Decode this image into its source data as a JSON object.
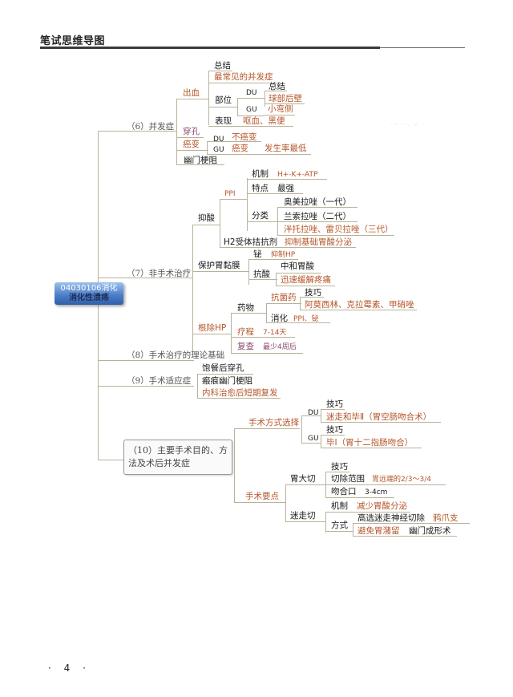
{
  "header": {
    "title": "笔试思维导图"
  },
  "footer": {
    "page_number": "· 4 ·"
  },
  "mindmap": {
    "root": {
      "line1": "04030106消化",
      "line2": "消化性溃疡"
    },
    "b6": {
      "label": "（6）并发症",
      "bleeding": "出血",
      "summary": "总结",
      "most_common": "最常见的并发症",
      "site": "部位",
      "du": "DU",
      "du_summary": "总结",
      "du_site": "球部后壁",
      "gu": "GU",
      "gu_site": "小弯侧",
      "manifest": "表现",
      "manifest_val": "呕血、黑便",
      "perforation": "穿孔",
      "cancer": "癌变",
      "cancer_du": "DU",
      "cancer_du_val": "不癌变",
      "cancer_gu": "GU",
      "cancer_gu_val": "癌变",
      "cancer_gu_note": "发生率最低",
      "obstruction": "幽门梗阻"
    },
    "b7": {
      "label": "（7）非手术治疗",
      "acid": "抑酸",
      "ppi": "PPI",
      "mech": "机制",
      "mech_val": "H+-K+-ATP",
      "feature": "特点",
      "feature_val": "最强",
      "class": "分类",
      "class1": "奥美拉唑（一代）",
      "class2": "兰索拉唑（二代）",
      "class3": "泮托拉唑、雷贝拉唑（三代）",
      "h2": "H2受体拮抗剂",
      "h2_val": "抑制基础胃酸分泌",
      "protect": "保护胃黏膜",
      "bismuth": "铋",
      "bismuth_val": "抑制HP",
      "antacid": "抗酸",
      "antacid1": "中和胃酸",
      "antacid2": "迅速缓解疼痛",
      "hp": "根除HP",
      "drugs": "药物",
      "antibiotic": "抗菌药",
      "skill": "技巧",
      "antibiotic_list": "阿莫西林、克拉霉素、甲硝唑",
      "digest": "消化",
      "digest_val": "PPI、铋",
      "course": "疗程",
      "course_val": "7-14天",
      "recheck": "复查",
      "recheck_val": "最少4周后"
    },
    "b8": {
      "label": "（8）手术治疗的理论基础"
    },
    "b9": {
      "label": "（9）手术适应症",
      "item1": "饱餐后穿孔",
      "item2": "瘢痕幽门梗阻",
      "item3": "内科治愈后短期复发"
    },
    "b10": {
      "label_line1": "（10）主要手术目的、方",
      "label_line2": "法及术后并发症",
      "choice": "手术方式选择",
      "du": "DU",
      "du_skill": "技巧",
      "du_val": "迷走和毕Ⅱ（胃空肠吻合术）",
      "gu": "GU",
      "gu_skill": "技巧",
      "gu_val": "毕Ⅰ（胃十二指肠吻合）",
      "keypoints": "手术要点",
      "gastrectomy": "胃大切",
      "g_skill": "技巧",
      "g_range": "切除范围",
      "g_range_val": "胃远端的2/3～3/4",
      "g_anast": "吻合口",
      "g_anast_val": "3-4cm",
      "vagotomy": "迷走切",
      "v_mech": "机制",
      "v_mech_val": "减少胃酸分泌",
      "v_method": "方式",
      "v_hsv": "高选迷走神经切除",
      "v_hsv_val": "鸦爪支",
      "v_avoid": "避免胃潴留",
      "v_avoid_val": "幽门成形术"
    }
  }
}
